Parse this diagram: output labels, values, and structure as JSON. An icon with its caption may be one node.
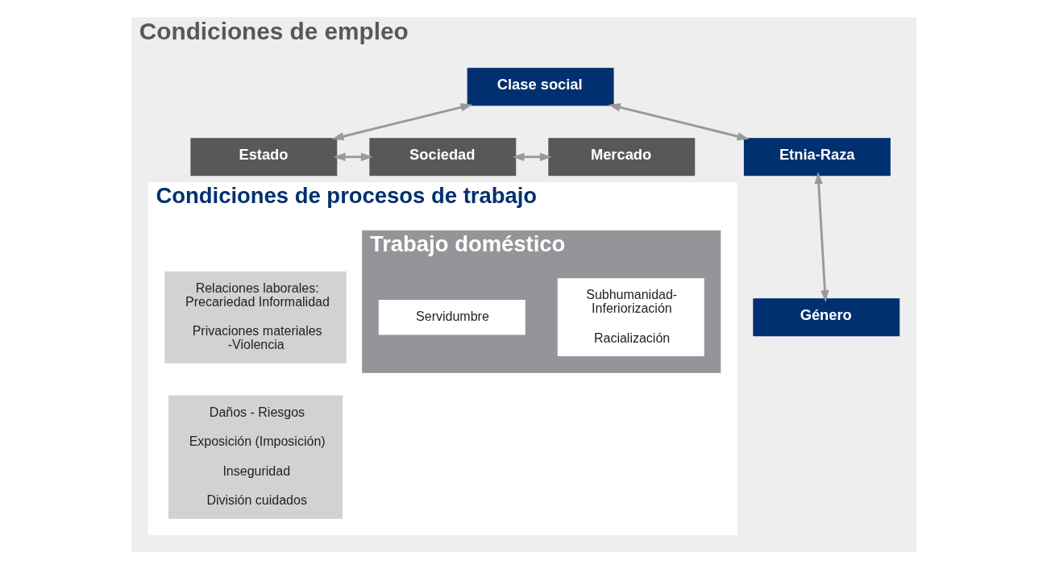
{
  "diagram": {
    "nodes": [
      {
        "text": [
          "Condiciones de empleo"
        ]
      },
      {
        "text": [
          "Estado"
        ],
        "in": 0
      },
      {
        "text": [
          "Sociedad"
        ],
        "in": 0
      },
      {
        "text": [
          "Mercado"
        ],
        "in": 0
      },
      {
        "text": [
          "Clase social"
        ],
        "in": 0
      },
      {
        "text": [
          "Etnia-Raza"
        ],
        "in": 0
      },
      {
        "text": [
          "Género"
        ],
        "in": 0
      },
      {
        "text": [
          "Condiciones de procesos de trabajo"
        ],
        "in": 0
      },
      {
        "text": [
          "Relaciones laborales: Precariedad Informalidad",
          "Privaciones materiales -Violencia"
        ],
        "in": 7
      },
      {
        "text": [
          "Daños - Riesgos",
          "Exposición (Imposición)",
          "Inseguridad",
          "División cuidados"
        ],
        "in": 7
      },
      {
        "text": [
          "Trabajo doméstico"
        ],
        "in": 7
      },
      {
        "text": [
          "Subhumanidad- Inferiorización",
          "Racialización"
        ],
        "in": 10
      },
      {
        "text": [
          "Servidumbre"
        ],
        "in": 10
      }
    ],
    "edges": [
      {
        "from": 4,
        "to": 1,
        "arrow": "both"
      },
      {
        "from": 1,
        "to": 2,
        "arrow": "both"
      },
      {
        "from": 2,
        "to": 3,
        "arrow": "both"
      },
      {
        "from": 4,
        "to": 5,
        "arrow": "both"
      },
      {
        "from": 5,
        "to": 6,
        "arrow": "both"
      }
    ]
  }
}
